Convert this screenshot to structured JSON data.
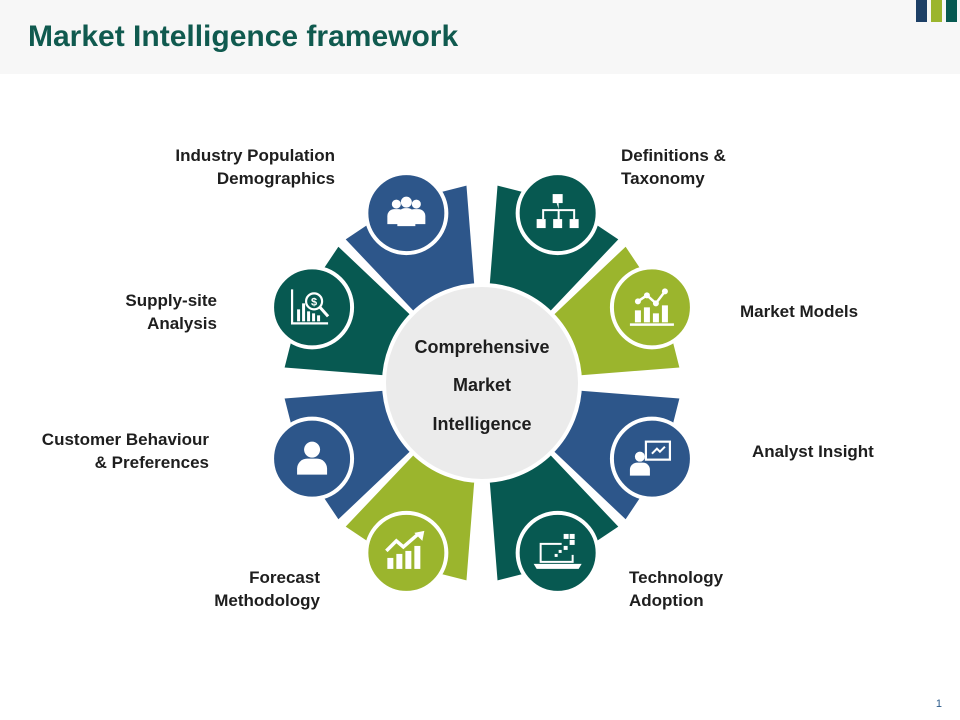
{
  "title": "Market Intelligence framework",
  "page_number": "1",
  "colors": {
    "navy": "#2d568a",
    "green_dark": "#075951",
    "lime": "#9bb52d",
    "title": "#105a4f"
  },
  "center": {
    "lines": [
      "Comprehensive",
      "Market",
      "Intelligence"
    ]
  },
  "segments": [
    {
      "lines": [
        "Industry Population",
        "Demographics"
      ],
      "icon": "people-group-icon",
      "color": "navy"
    },
    {
      "lines": [
        "Definitions &",
        "Taxonomy"
      ],
      "icon": "hierarchy-icon",
      "color": "green_dark"
    },
    {
      "lines": [
        "Market Models"
      ],
      "icon": "bar-chart-trend-icon",
      "color": "lime"
    },
    {
      "lines": [
        "Analyst Insight"
      ],
      "icon": "presenter-icon",
      "color": "navy"
    },
    {
      "lines": [
        "Technology",
        "Adoption"
      ],
      "icon": "laptop-digital-icon",
      "color": "green_dark"
    },
    {
      "lines": [
        "Forecast",
        "Methodology"
      ],
      "icon": "growth-chart-icon",
      "color": "lime"
    },
    {
      "lines": [
        "Customer Behaviour",
        "& Preferences"
      ],
      "icon": "person-icon",
      "color": "navy"
    },
    {
      "lines": [
        "Supply-site",
        "Analysis"
      ],
      "icon": "finance-analysis-icon",
      "color": "green_dark"
    }
  ]
}
